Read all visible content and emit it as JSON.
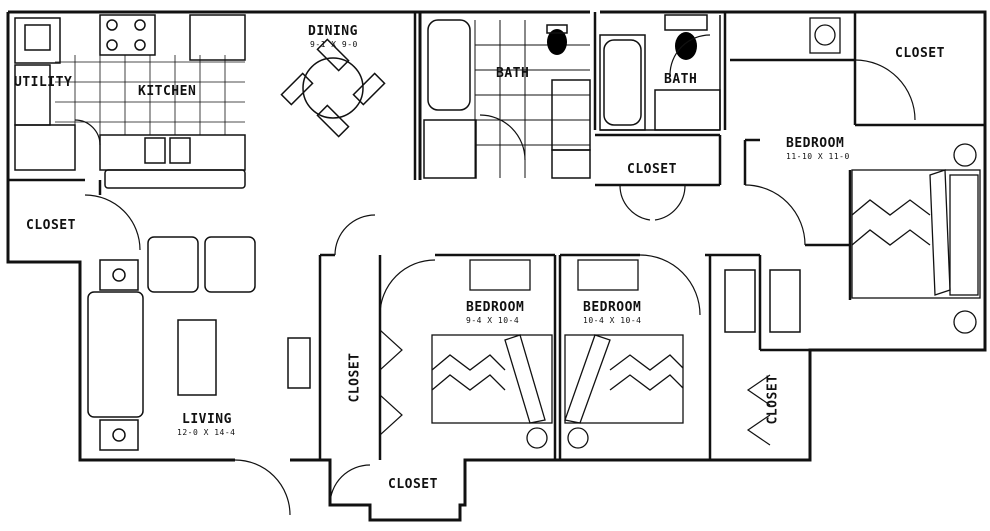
{
  "rooms": {
    "utility": "UTILITY",
    "kitchen": "KITCHEN",
    "dining": "DINING",
    "dining_size": "9-1 X 9-0",
    "bath1": "BATH",
    "bath2": "BATH",
    "closet_master": "CLOSET",
    "master_bedroom": "BEDROOM",
    "master_bedroom_size": "11-10 X 11-0",
    "closet_hall": "CLOSET",
    "closet_entry": "CLOSET",
    "bedroom2": "BEDROOM",
    "bedroom2_size": "9-4 X 10-4",
    "bedroom3": "BEDROOM",
    "bedroom3_size": "10-4 X 10-4",
    "closet_bed2": "CLOSET",
    "closet_bed3": "CLOSET",
    "living": "LIVING",
    "living_size": "12-0 X 14-4",
    "closet_front": "CLOSET"
  }
}
